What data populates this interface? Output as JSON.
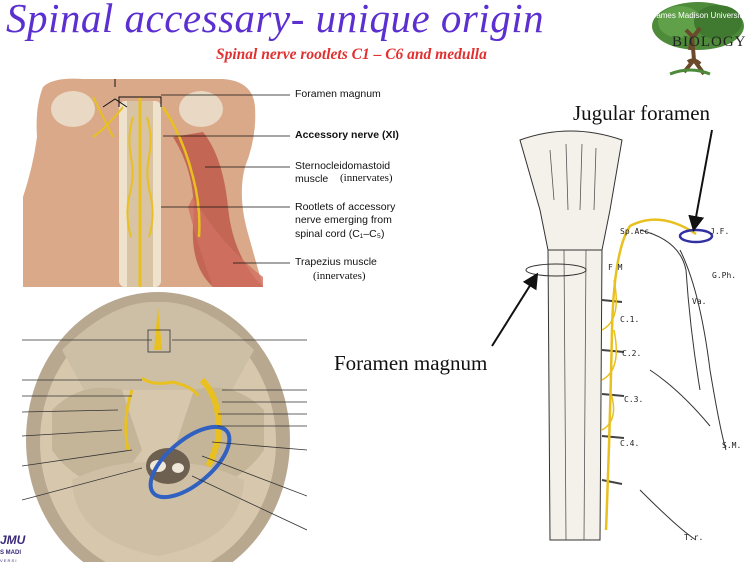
{
  "slide": {
    "title": "Spinal accessary- unique origin",
    "subtitle": "Spinal nerve rootlets C1 – C6 and medulla"
  },
  "logo": {
    "top_text": "James Madison University",
    "word": "BIOLOGY"
  },
  "neck_figure": {
    "labels": {
      "foramen_magnum": "Foramen magnum",
      "accessory_nerve": "Accessory nerve (XI)",
      "scm_line1": "Sternocleidomastoid",
      "scm_line2": "muscle",
      "scm_note": "(innervates)",
      "rootlets_line1": "Rootlets of accessory",
      "rootlets_line2": "nerve emerging from",
      "rootlets_line3": "spinal cord (C₁–C₅)",
      "trapezius": "Trapezius muscle",
      "trapezius_note": "(innervates)"
    }
  },
  "diagram": {
    "jugular_foramen": "Jugular foramen",
    "foramen_magnum": "Foramen magnum",
    "small_labels": {
      "sp_acc": "Sp.Acc.",
      "jf": "J.F.",
      "gph": "G.Ph.",
      "va": "Va.",
      "fm": "F M",
      "c1": "C.1.",
      "c2": "C.2.",
      "c3": "C.3.",
      "c4": "C.4.",
      "sm": "S.M.",
      "tr": "T.r."
    }
  },
  "corner_logo": {
    "line1": "JMU",
    "line2": "S MADI",
    "line3": "V E R S I"
  },
  "colors": {
    "title": "#5b2fd0",
    "subtitle": "#e03030",
    "nerve": "#e8c020",
    "highlight": "#3060c0"
  }
}
